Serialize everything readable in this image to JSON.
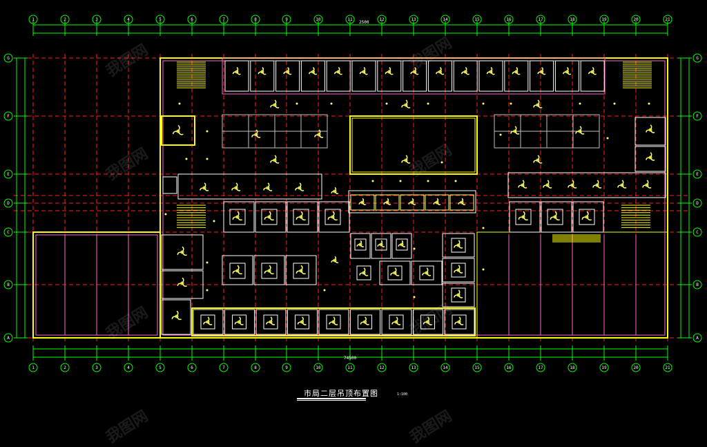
{
  "drawing": {
    "title": "市局二层吊顶布置图",
    "scale": "1:100",
    "top_total_dim": "2500",
    "bottom_total_dim": "74500",
    "watermark": "我图网",
    "colors": {
      "background": "#000000",
      "grid_axis": "#ff2020",
      "axis_bubble": "#00ff00",
      "dimension": "#00ff00",
      "wall": "#ff66cc",
      "outer_wall": "#ffff00",
      "fixture": "#ffff66",
      "fixture_blade": "#ffffff",
      "ceiling_panel": "#c0c0c0"
    },
    "column_labels": [
      "1",
      "2",
      "3",
      "4",
      "5",
      "6",
      "7",
      "8",
      "9",
      "10",
      "11",
      "12",
      "13",
      "14",
      "15",
      "16",
      "17",
      "18",
      "19",
      "20",
      "21"
    ],
    "row_labels": [
      "G",
      "F",
      "E",
      "D",
      "C",
      "B",
      "A"
    ]
  }
}
